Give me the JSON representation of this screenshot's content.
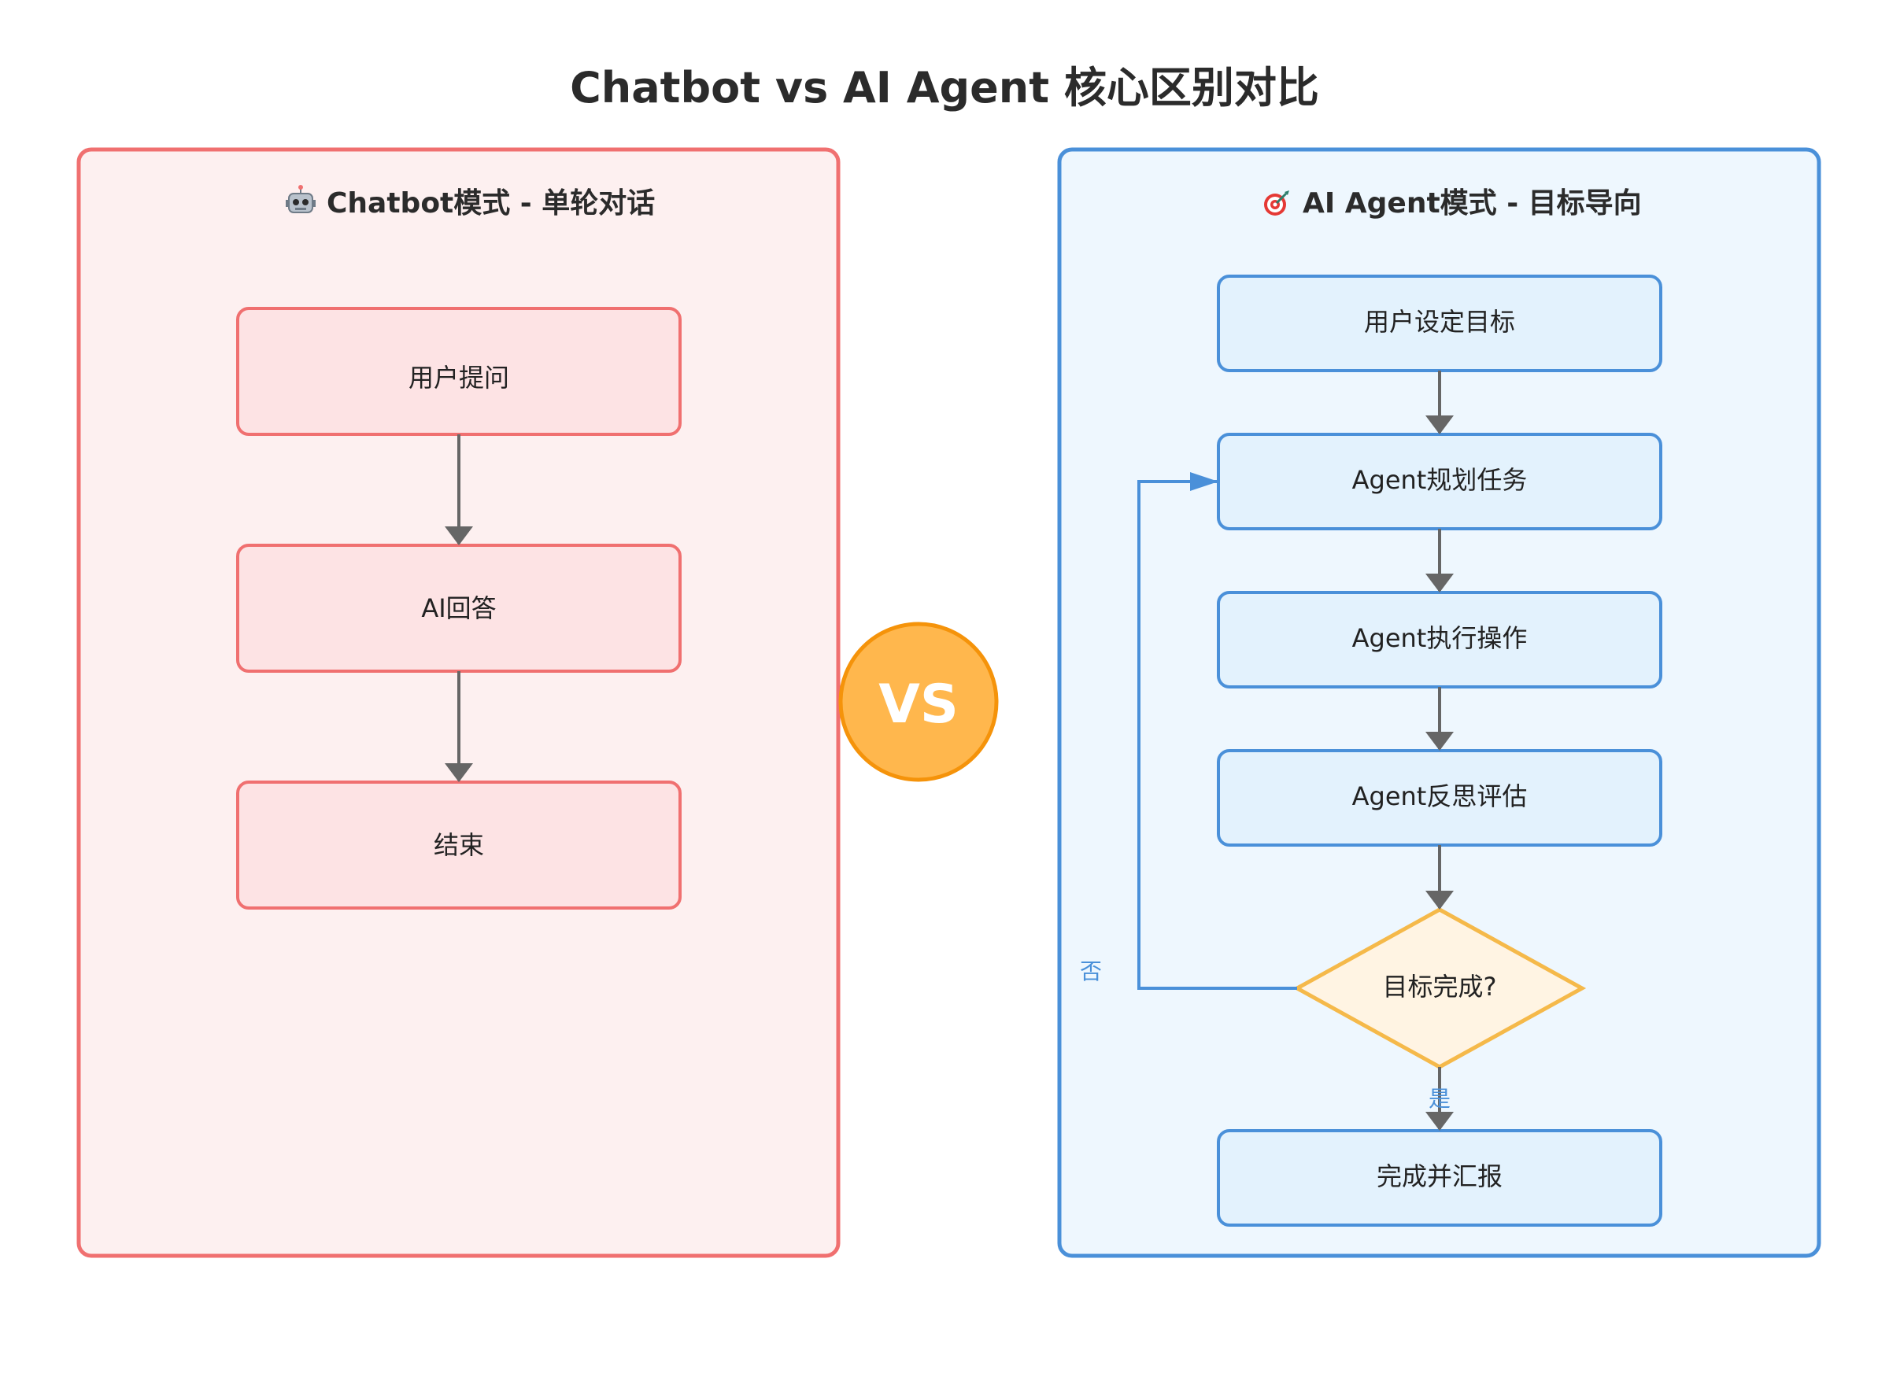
{
  "title": "Chatbot vs AI Agent 核心区别对比",
  "vs_label": "VS",
  "chatbot_panel": {
    "icon": "robot-icon",
    "title": "Chatbot模式 - 单轮对话",
    "nodes": [
      "用户提问",
      "AI回答",
      "结束"
    ]
  },
  "agent_panel": {
    "icon": "target-icon",
    "title": "AI Agent模式 - 目标导向",
    "nodes": [
      "用户设定目标",
      "Agent规划任务",
      "Agent执行操作",
      "Agent反思评估"
    ],
    "decision": "目标完成?",
    "final_node": "完成并汇报",
    "loop_label": "否",
    "yes_label": "是"
  },
  "colors": {
    "chatbot_border": "#f07070",
    "chatbot_fill": "#fdf0f0",
    "chatbot_node_fill": "#fde3e4",
    "agent_border": "#4a90d9",
    "agent_fill": "#eef7fe",
    "agent_node_fill": "#e3f2fd",
    "decision_border": "#f5b94a",
    "decision_fill": "#fff4e3",
    "vs_fill": "#ffb74d",
    "vs_border": "#f5930a",
    "arrow": "#666666",
    "loop_arrow": "#4a90d9"
  }
}
